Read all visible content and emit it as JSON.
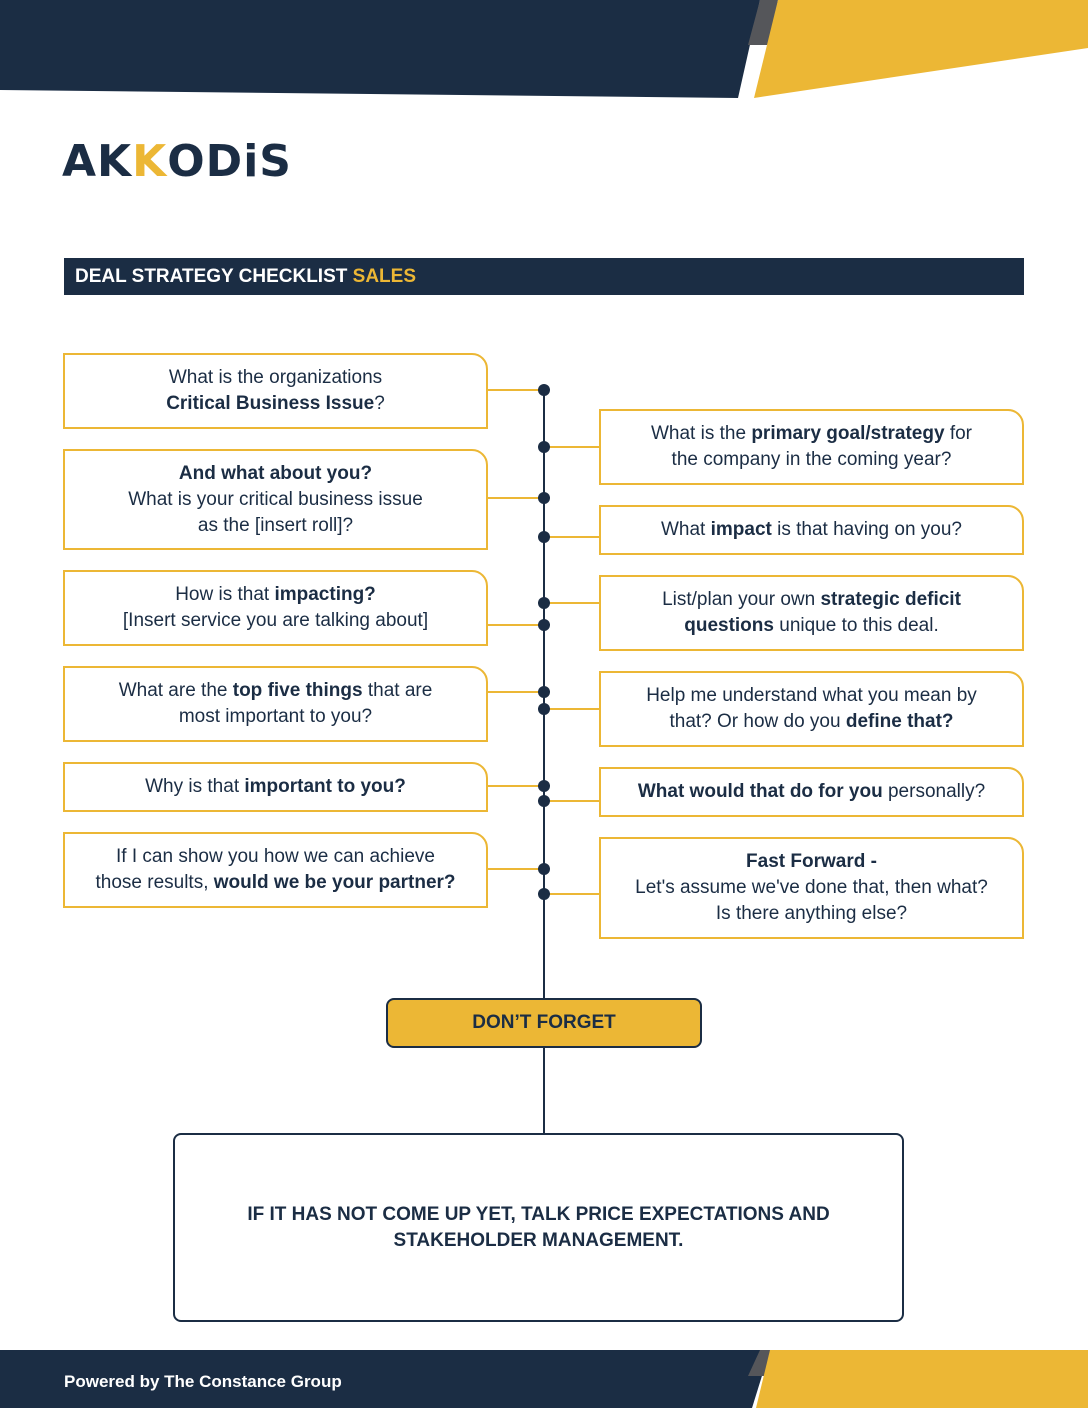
{
  "brand": {
    "logo_part1": "AK",
    "logo_part2": "K",
    "logo_part3": "ODiS"
  },
  "colors": {
    "navy": "#1b2d44",
    "gold": "#ecb735",
    "gray": "#55565a"
  },
  "title": {
    "main": "DEAL STRATEGY CHECKLIST ",
    "accent": "SALES"
  },
  "left_boxes": [
    {
      "pre": "What is the organizations",
      "bold": "Critical Business Issue",
      "post": "?"
    },
    {
      "bold": "And what about you?",
      "line2": "What is your critical business issue",
      "line3": "as the [insert roll]?"
    },
    {
      "pre": "How is that ",
      "bold": "impacting?",
      "line2": "[Insert service you are talking about]"
    },
    {
      "pre": "What are the ",
      "bold": "top five things",
      "post": " that are",
      "line2": "most important to you?"
    },
    {
      "pre": "Why is that ",
      "bold": "important to you?"
    },
    {
      "pre": "If I can show you how we can achieve",
      "pre2": "those results, ",
      "bold": "would we be your partner?"
    }
  ],
  "right_boxes": [
    {
      "pre": "What is the ",
      "bold": "primary goal/strategy",
      "post": " for",
      "line2": "the company in the coming year?"
    },
    {
      "pre": "What ",
      "bold": "impact",
      "post": " is that having on you?"
    },
    {
      "pre": "List/plan your own ",
      "bold": "strategic deficit",
      "bold2": "questions",
      "post2": " unique to this deal."
    },
    {
      "pre": "Help me understand what you mean by",
      "pre2": "that? Or how do you ",
      "bold": "define that?"
    },
    {
      "bold": "What would that do for you",
      "post": " personally?"
    },
    {
      "bold": "Fast Forward -",
      "line2": "Let's assume we've done that, then what?",
      "line3": "Is there anything else?"
    }
  ],
  "dont_forget": "DON’T FORGET",
  "final_note": {
    "line1": "IF IT HAS NOT COME UP YET, TALK PRICE EXPECTATIONS AND",
    "line2": "STAKEHOLDER MANAGEMENT."
  },
  "footer": "Powered by The Constance Group"
}
